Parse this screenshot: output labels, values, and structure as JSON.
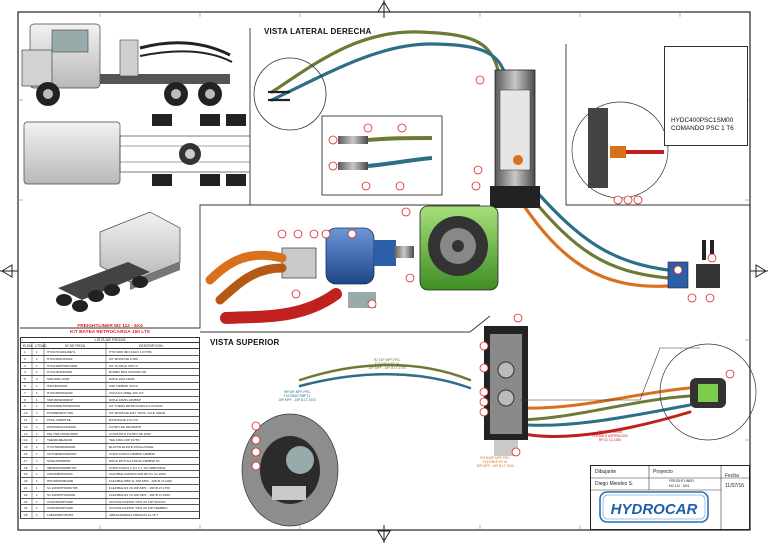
{
  "views": {
    "right_side": "VISTA LATERAL DERECHA",
    "top": "VISTA SUPERIOR"
  },
  "part_code": {
    "line1": "HYDC400PSC1SM00",
    "line2": "COMANDO PSC 1 T6"
  },
  "bom": {
    "title1": "FREIGHTLINER M2 112 - 6X4",
    "title2": "KIT BATEA RETROCARGA 150 LTS",
    "header": "LISTA DE PIEZAS",
    "columns": [
      "ELEM.",
      "CTDAD",
      "Nº DE PIEZA",
      "DESCRIPCIÓN"
    ],
    "rows": [
      [
        "1",
        "1",
        "HYDC7010RL00ETL",
        "PTO 0000 IMO 44GO 1 FXT06"
      ],
      [
        "2",
        "1",
        "HYDC0P6C0S002",
        "KIT MONTAJE 6 006"
      ],
      [
        "3",
        "1",
        "HYDC0MPHSP01000",
        "KIT ACOPLE XPP-1I"
      ],
      [
        "4",
        "1",
        "HYDC0DP004000",
        "BOMBA BSG 0021000 100"
      ],
      [
        "5",
        "2",
        "SSP10WL-0306",
        "NIPLE 10M-12MM"
      ],
      [
        "6",
        "1",
        "SSF1BS01001",
        "SSP 10MBSP 03710"
      ],
      [
        "7",
        "1",
        "HYDC0P00M1000",
        "VALVULA VREE 100 1/4\""
      ],
      [
        "8",
        "1",
        "SSP180S00000FP",
        "NIPLE 16MP+16MBSP"
      ],
      [
        "9",
        "1",
        "PCMANRETRON00T00",
        "KIT TIJERA RETROCARGA A CHASIS"
      ],
      [
        "10",
        "1",
        "PCMBR0001YTPE",
        "KIT MONTAJE EST. TRAS. VLTE FIERR"
      ],
      [
        "11",
        "1",
        "PCNL-00600TPE",
        "ESTANQUE 170 LTS"
      ],
      [
        "12",
        "1",
        "PDXR000ICF108022",
        "FILTRO DE RETORNO"
      ],
      [
        "13",
        "1",
        "PEI-TNPC4002I10000",
        "CONJUNTO FILTRO DE 1000"
      ],
      [
        "14",
        "1",
        "TEE0RLMEA0202",
        "TEE 10MJ-16P IGT50"
      ],
      [
        "15",
        "1",
        "HYCH000003N0000",
        "BLATON ELINTE PASALATAGE"
      ],
      [
        "16",
        "1",
        "CPTMEM00018P00V",
        "CODO FORJA 16MBSP 16MBSP"
      ],
      [
        "17",
        "1",
        "SSSE1HM00P81",
        "NIPLE ROTULA FORJA 16MBSP 60"
      ],
      [
        "18",
        "1",
        "SB0000SM0MBPT00",
        "CODO FORJA 1 1/4 X 1 1/2 ORBITABLE"
      ],
      [
        "19",
        "1",
        "CPESMB0P01000",
        "FLEXIBLE ASPIRACION RP-01 C1-1000"
      ],
      [
        "20",
        "1",
        "HIP16P000081000",
        "FLEXIBLE RBP 11 16P-MPF - 16P-B LT-1000"
      ],
      [
        "21",
        "1",
        "S1-1MSPPHS05CT85",
        "FLEXIBLE R2 16 16P-MPF - 16P-B LT-1750"
      ],
      [
        "22",
        "1",
        "S1-1MSPPHS02000",
        "FLEXIBLE R2 16 16P-MPF - 16P-B LT-2000"
      ],
      [
        "23",
        "1",
        "ACDDNSMPTAMP",
        "ACOPLE RAPIDO TIPO AP 16P MACHO"
      ],
      [
        "24",
        "1",
        "ACDDNSMPTAMP",
        "ACOPLE RAPIDO TIPO AP 16P HEMBRA"
      ],
      [
        "25",
        "1",
        "1AB010RPO0NTM",
        "ABRAZADERAS PRESION 12-16 T"
      ]
    ]
  },
  "title_block": {
    "drawn_label": "Dibujante",
    "drawn_value": "Diego Mendez S.",
    "project_label": "Proyecto",
    "project_value1": "FREIGHTLINER",
    "project_value2": "M2 112 - 6X4",
    "date_label": "Fecha",
    "date_value": "11/07/16",
    "logo_text": "HYDROCAR"
  },
  "hose_labels": {
    "tag1": "R2 16P-MPF-PRC",
    "tag2": "FLEXIBLE R2 16",
    "tag3": "16P-MPF - 16P-B LT-1750",
    "tag4": "HIP16P-MPF-PRC",
    "tag5": "FLEXIBLE RBP 11",
    "tag6": "16P-MPF - 16P-B LT-1000",
    "tag7": "RS-M16P-MPF-PRC",
    "tag8": "FLEXIBLE R2 16",
    "tag9": "16P-MPF - 16P-B LT-2000",
    "tag10": "CP1MBDP01000",
    "tag11": "FLEXIBLE ASPIRACION",
    "tag12": "RP-01 C1-1000"
  },
  "colors": {
    "hose_green": "#6d7a35",
    "hose_teal": "#2d6f86",
    "hose_orange": "#d9701c",
    "hose_red": "#c0201e",
    "pump_blue": "#2f5ea8",
    "pto_green": "#7ccf4d",
    "balloon_red": "#d62a2a"
  }
}
